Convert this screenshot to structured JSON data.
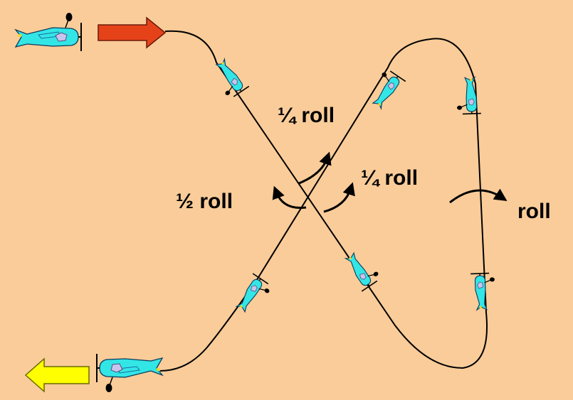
{
  "labels": {
    "quarter_roll_top": "¼ roll",
    "half_roll": "½ roll",
    "quarter_roll_mid": "¼ roll",
    "roll": "roll"
  },
  "colors": {
    "background": "#f9cc99",
    "plane_body": "#33e6e6",
    "canopy": "#c9c4ee",
    "entry_arrow": "#e5421a",
    "exit_arrow": "#ffff00",
    "line": "#000000"
  },
  "icons": {
    "plane": "airplane-icon",
    "entry_arrow": "arrow-right-icon",
    "exit_arrow": "arrow-left-icon",
    "roll_arrow": "curved-arrow-icon"
  }
}
